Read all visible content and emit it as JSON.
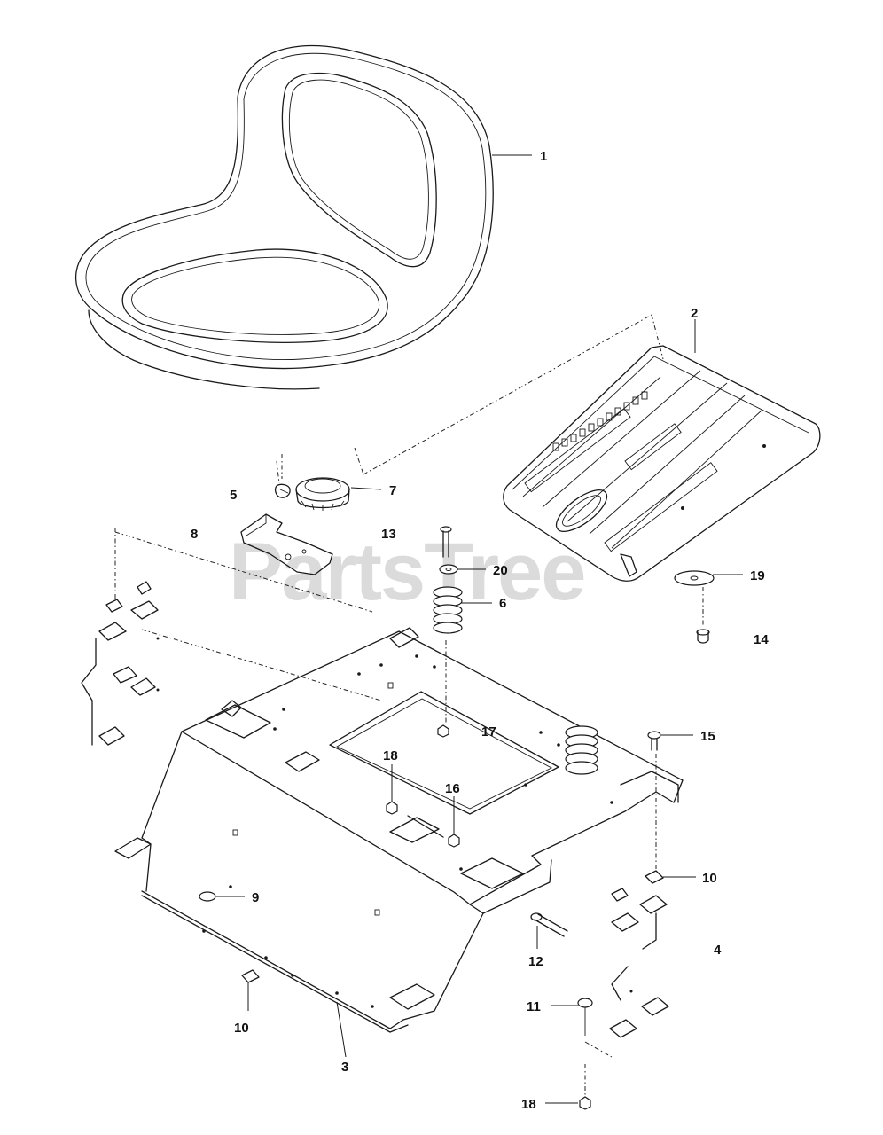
{
  "watermark": "PartsTree",
  "callouts": [
    {
      "id": "c1",
      "label": "1"
    },
    {
      "id": "c2",
      "label": "2"
    },
    {
      "id": "c3",
      "label": "3"
    },
    {
      "id": "c4",
      "label": "4"
    },
    {
      "id": "c5",
      "label": "5"
    },
    {
      "id": "c6",
      "label": "6"
    },
    {
      "id": "c7",
      "label": "7"
    },
    {
      "id": "c8",
      "label": "8"
    },
    {
      "id": "c9",
      "label": "9"
    },
    {
      "id": "c10a",
      "label": "10"
    },
    {
      "id": "c10b",
      "label": "10"
    },
    {
      "id": "c11",
      "label": "11"
    },
    {
      "id": "c12",
      "label": "12"
    },
    {
      "id": "c13",
      "label": "13"
    },
    {
      "id": "c14",
      "label": "14"
    },
    {
      "id": "c15",
      "label": "15"
    },
    {
      "id": "c16",
      "label": "16"
    },
    {
      "id": "c17",
      "label": "17"
    },
    {
      "id": "c18a",
      "label": "18"
    },
    {
      "id": "c18b",
      "label": "18"
    },
    {
      "id": "c19",
      "label": "19"
    },
    {
      "id": "c20",
      "label": "20"
    }
  ]
}
